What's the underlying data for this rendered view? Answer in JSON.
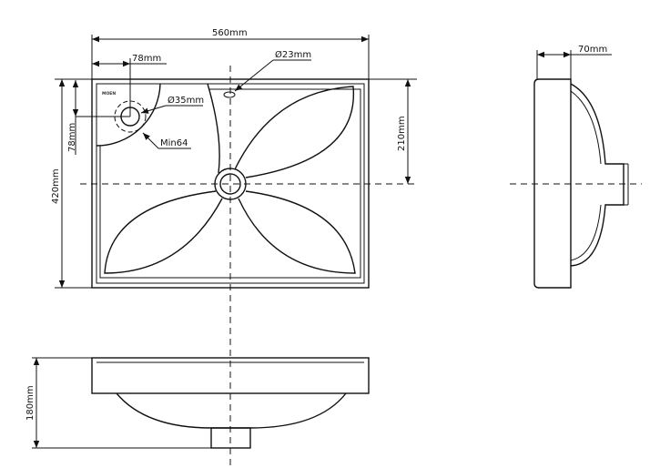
{
  "drawing": {
    "logo": "MOEN",
    "dimensions": {
      "width": "560mm",
      "tap_offset_x": "78mm",
      "tap_offset_y": "78mm",
      "overflow_hole": "Ø23mm",
      "tap_hole": "Ø35mm",
      "min_clearance": "Min64",
      "depth": "420mm",
      "drain_offset": "210mm",
      "rim_depth": "70mm",
      "height": "180mm"
    }
  }
}
